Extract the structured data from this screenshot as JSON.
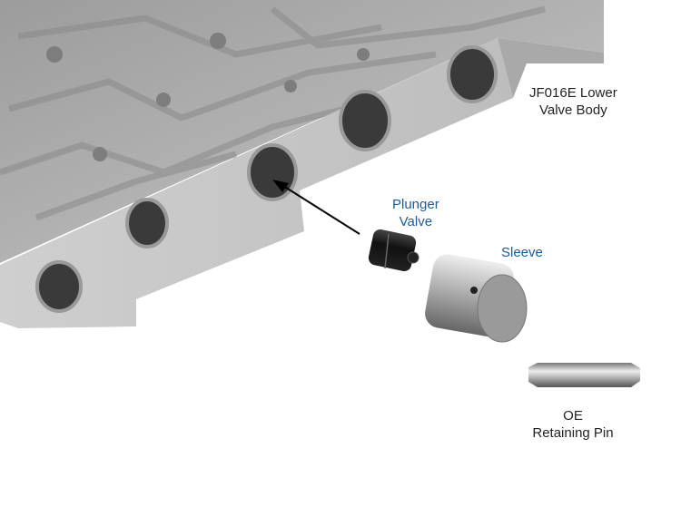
{
  "labels": {
    "valve_body": [
      "JF016E Lower",
      "Valve Body"
    ],
    "plunger_valve": [
      "Plunger",
      "Valve"
    ],
    "sleeve": "Sleeve",
    "retaining_pin": [
      "OE",
      "Retaining Pin"
    ]
  },
  "colors": {
    "label_blue": "#1c5b9c",
    "label_dark": "#222222",
    "aluminum": "#b9b9b9"
  }
}
